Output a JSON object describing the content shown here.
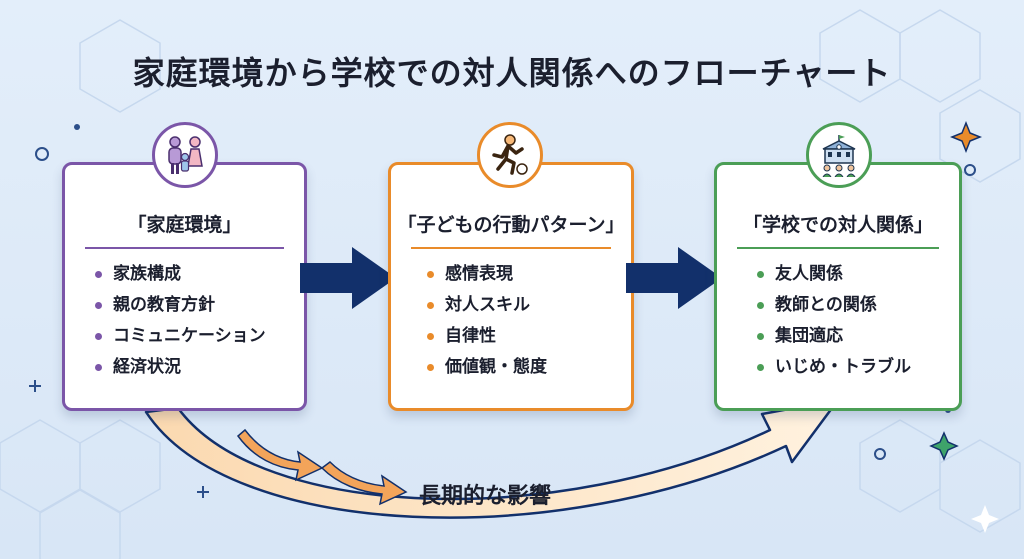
{
  "title": "家庭環境から学校での対人関係へのフローチャート",
  "colors": {
    "family": "#7b56a8",
    "behavior": "#e98b2a",
    "school": "#4b9e56",
    "arrow": "#12306b",
    "influence": "#f6b878"
  },
  "cards": [
    {
      "heading": "「家庭環境」",
      "icon": "family-icon",
      "items": [
        "家族構成",
        "親の教育方針",
        "コミュニケーション",
        "経済状況"
      ]
    },
    {
      "heading": "「子どもの行動パターン」",
      "icon": "soccer-player-icon",
      "items": [
        "感情表現",
        "対人スキル",
        "自律性",
        "価値観・態度"
      ]
    },
    {
      "heading": "「学校での対人関係」",
      "icon": "school-icon",
      "items": [
        "友人関係",
        "教師との関係",
        "集団適応",
        "いじめ・トラブル"
      ]
    }
  ],
  "influence_label": "長期的な影響"
}
